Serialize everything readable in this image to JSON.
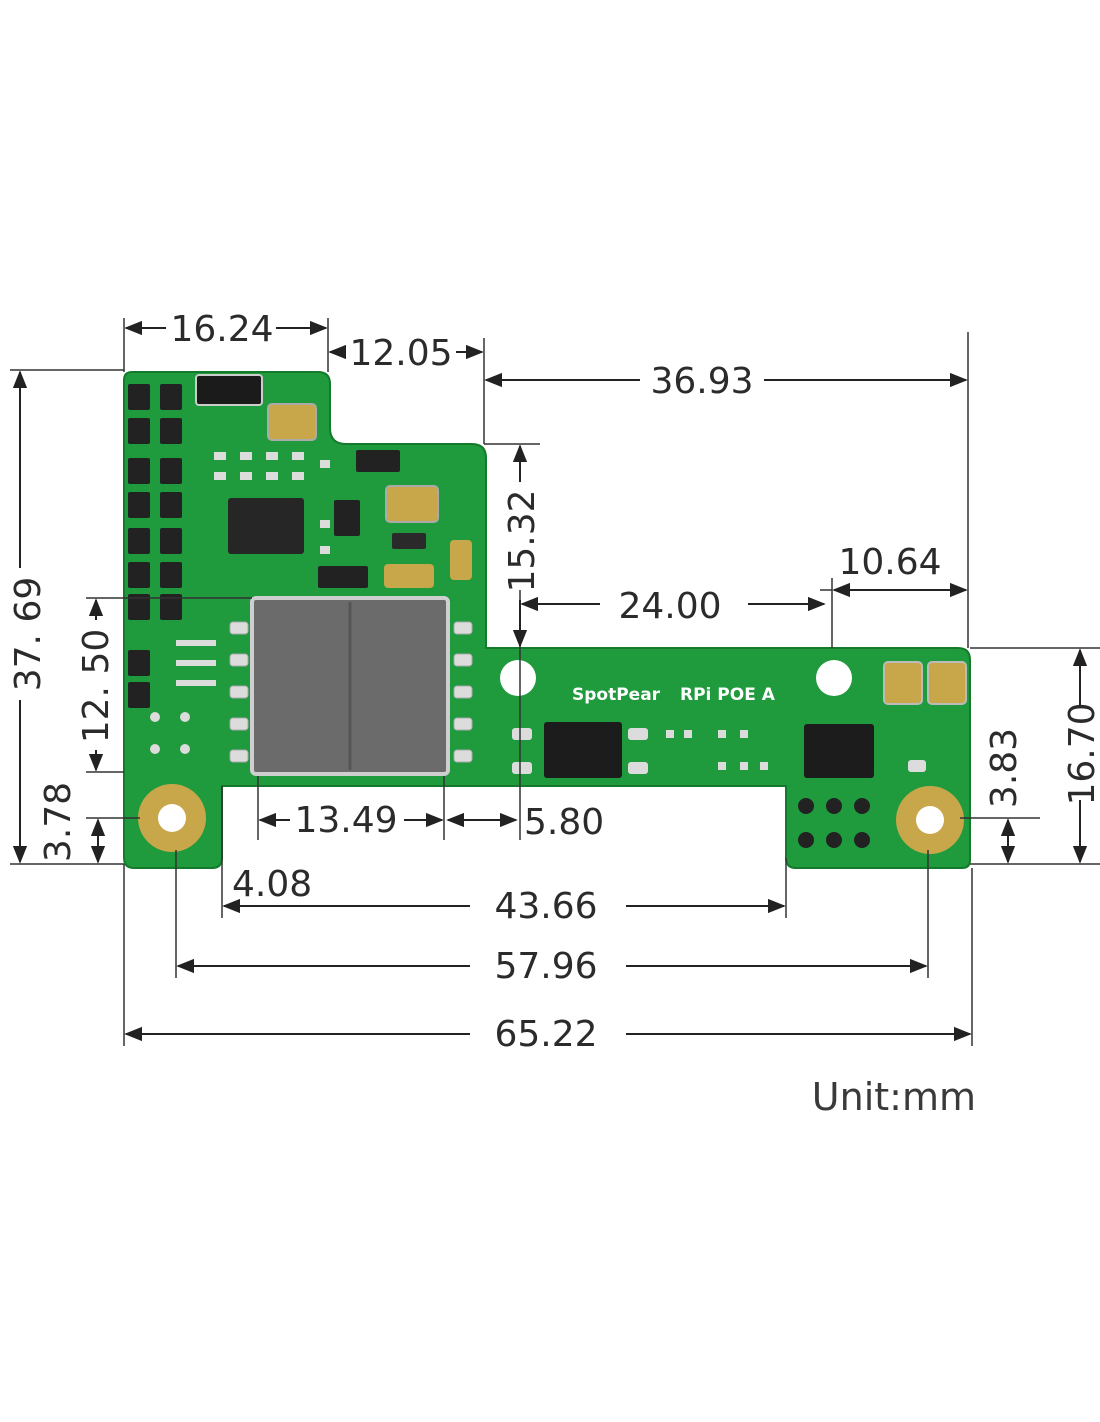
{
  "board": {
    "silkscreen_brand": "SpotPear",
    "silkscreen_model": "RPi POE A",
    "colors": {
      "pcb": "#1f9a3c",
      "pcb_dark": "#17832f",
      "gold": "#c8a64a",
      "transformer": "#6b6b6b"
    }
  },
  "dimensions": {
    "top_left_width": "16.24",
    "notch_width": "12.05",
    "right_top_width": "36.93",
    "notch_height": "15.32",
    "tab_right_width": "10.64",
    "tab_gap": "24.00",
    "total_height": "37. 69",
    "left_inner_height": "12. 50",
    "hole_offset_left": "3.78",
    "hole_offset_right": "3.83",
    "right_height": "16.70",
    "transformer_width": "13.49",
    "spacing_5_80": "5.80",
    "left_offset": "4.08",
    "bottom_gap": "43.66",
    "hole_spacing": "57.96",
    "total_width": "65.22"
  },
  "unit_label": "Unit:mm"
}
